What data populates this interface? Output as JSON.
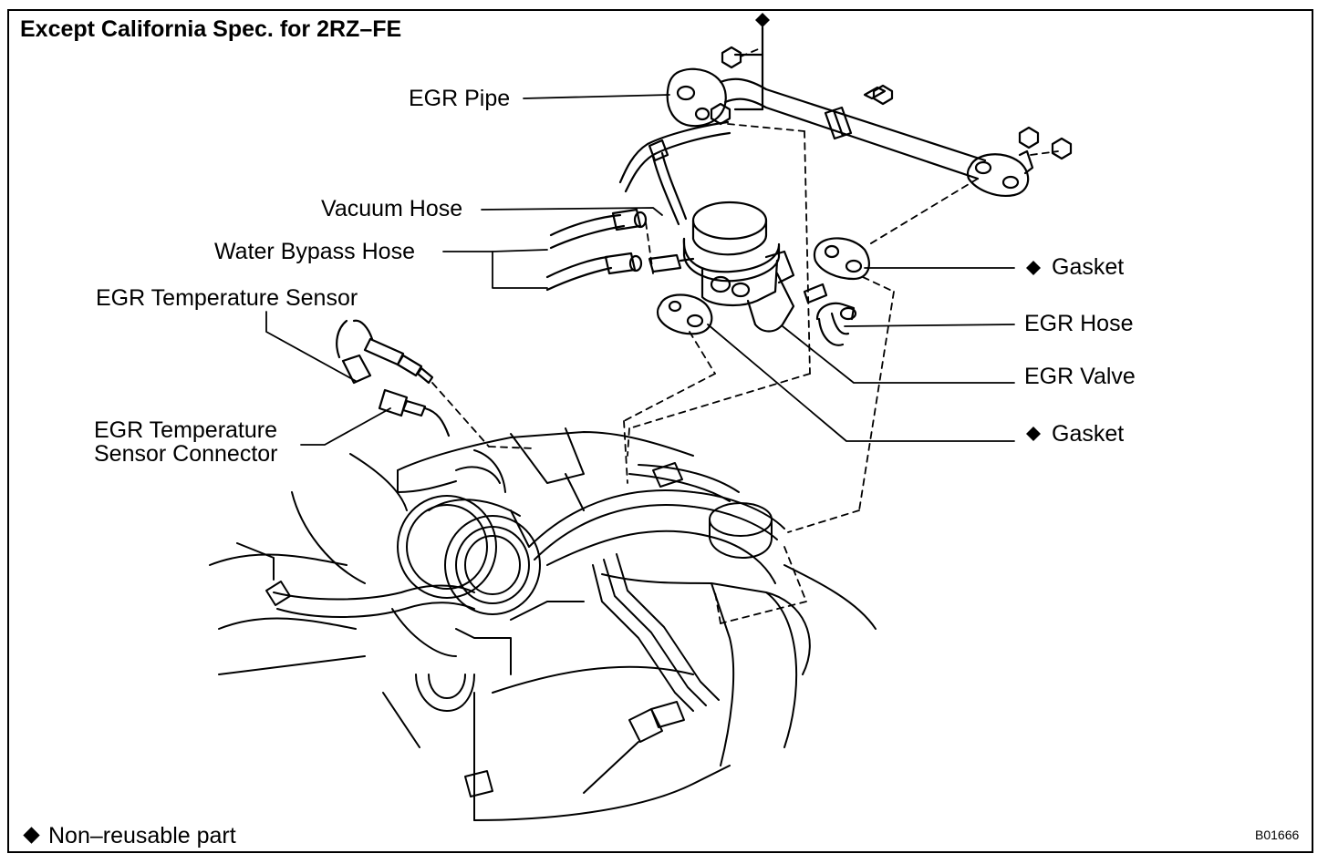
{
  "diagram": {
    "title": "Except California Spec. for 2RZ–FE",
    "labels": {
      "egr_pipe": "EGR Pipe",
      "vacuum_hose": "Vacuum Hose",
      "water_bypass_hose": "Water Bypass Hose",
      "egr_temp_sensor": "EGR Temperature Sensor",
      "egr_temp_sensor_connector_line1": "EGR Temperature",
      "egr_temp_sensor_connector_line2": "Sensor Connector",
      "gasket_upper": "Gasket",
      "egr_hose": "EGR Hose",
      "egr_valve": "EGR Valve",
      "gasket_lower": "Gasket"
    },
    "legend": "Non–reusable part",
    "figure_code": "B01666"
  }
}
